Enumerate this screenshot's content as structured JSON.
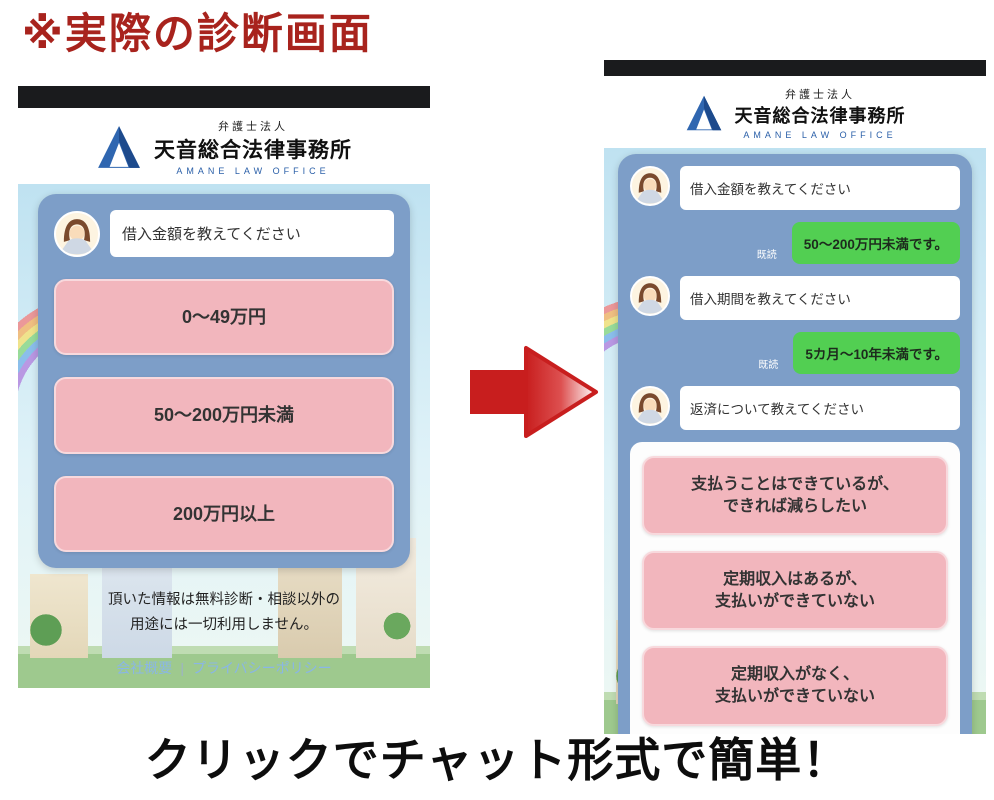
{
  "page": {
    "heading": "※実際の診断画面",
    "caption": "クリックでチャット形式で簡単！"
  },
  "brand": {
    "type": "弁護士法人",
    "name": "天音総合法律事務所",
    "name_en": "AMANE LAW OFFICE"
  },
  "left_screen": {
    "question": "借入金額を教えてください",
    "options": [
      "0〜49万円",
      "50〜200万円未満",
      "200万円以上"
    ],
    "disclaimer": "頂いた情報は無料診断・相談以外の\n用途には一切利用しません。",
    "footer": {
      "company_link": "会社概要",
      "divider": "|",
      "privacy_link": "プライバシーポリシー"
    }
  },
  "right_screen": {
    "messages": [
      {
        "role": "bot",
        "text": "借入金額を教えてください"
      },
      {
        "role": "user",
        "text": "50〜200万円未満です。",
        "read": "既読"
      },
      {
        "role": "bot",
        "text": "借入期間を教えてください"
      },
      {
        "role": "user",
        "text": "5カ月〜10年未満です。",
        "read": "既読"
      },
      {
        "role": "bot",
        "text": "返済について教えてください"
      }
    ],
    "options": [
      "支払うことはできているが、\nできれば減らしたい",
      "定期収入はあるが、\n支払いができていない",
      "定期収入がなく、\n支払いができていない"
    ]
  },
  "colors": {
    "heading_red": "#a8231d",
    "panel_blue": "#7d9ec8",
    "option_pink": "#f2b6bd",
    "reply_green": "#52cf52",
    "link_blue": "#8ab6e6",
    "logo_blue": "#2a5fa8"
  }
}
